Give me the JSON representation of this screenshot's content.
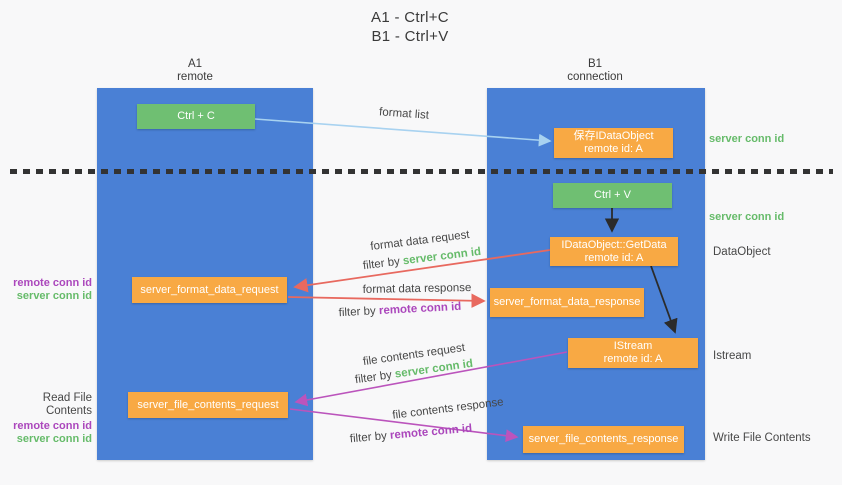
{
  "title": {
    "line1": "A1 - Ctrl+C",
    "line2": "B1 - Ctrl+V"
  },
  "columns": {
    "left": {
      "name": "A1",
      "subtitle": "remote"
    },
    "right": {
      "name": "B1",
      "subtitle": "connection"
    }
  },
  "boxes": {
    "ctrl_c": "Ctrl + C",
    "ctrl_v": "Ctrl + V",
    "save_idataobject": {
      "line1": "保存IDataObject",
      "line2": "remote id: A"
    },
    "getdata": {
      "line1": "IDataObject::GetData",
      "line2": "remote id: A"
    },
    "istream": {
      "line1": "IStream",
      "line2": "remote id: A"
    },
    "format_request": "server_format_data_request",
    "format_response": "server_format_data_response",
    "file_request": "server_file_contents_request",
    "file_response": "server_file_contents_response"
  },
  "arrow_labels": {
    "format_list": "format list",
    "format_data_request": "format data request",
    "format_data_response": "format data response",
    "file_contents_request": "file contents request",
    "file_contents_response": "file contents response",
    "filter_by": "filter by ",
    "server_conn_id": "server conn id",
    "remote_conn_id": "remote conn id"
  },
  "left_labels": {
    "group1": {
      "remote": "remote conn id",
      "server": "server conn id"
    },
    "group2": {
      "title": "Read File Contents",
      "remote": "remote conn id",
      "server": "server conn id"
    }
  },
  "right_labels": {
    "server_top": "server conn id",
    "server_mid": "server conn id",
    "dataobject": "DataObject",
    "istream": "Istream",
    "write": "Write File Contents"
  },
  "colors": {
    "background": "#f8f8f9",
    "column_blue": "#4a80d5",
    "box_green": "#6fbf72",
    "box_orange": "#f8a944",
    "arrow_blue": "#a8d2f0",
    "arrow_red": "#e8695f",
    "arrow_magenta": "#bb54bc",
    "arrow_black": "#2b2b2b",
    "text_green": "#66bb6a",
    "text_purple": "#ab47bc",
    "text_dark": "#3f3f3f"
  }
}
